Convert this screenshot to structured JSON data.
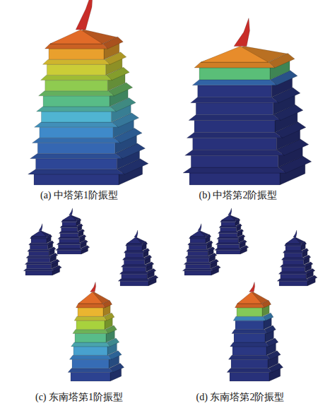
{
  "diagram": {
    "labels": [
      "(a) 中塔第1阶振型",
      "(b) 中塔第2阶振型",
      "(c) 东南塔第1阶振型",
      "(d) 东南塔第2阶振型"
    ]
  }
}
